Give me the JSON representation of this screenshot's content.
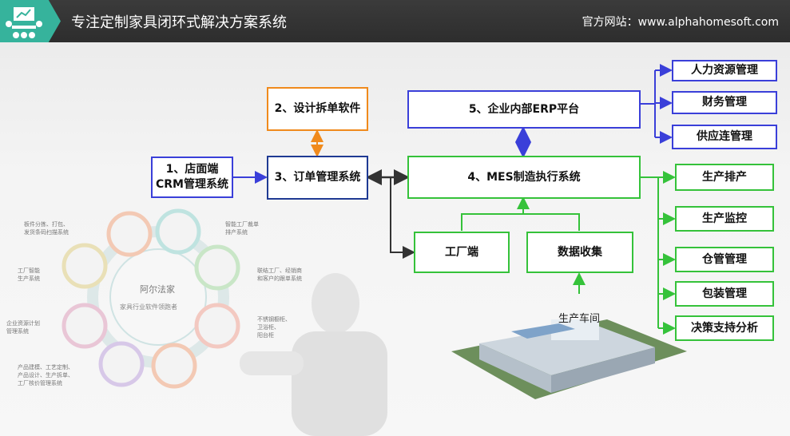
{
  "header": {
    "title": "专注定制家具闭环式解决方案系统",
    "website": "官方网站：www.alphahomesoft.com"
  },
  "diagram": {
    "crm": "1、店面端\nCRM管理系统",
    "design": "2、设计拆单软件",
    "order": "3、订单管理系统",
    "mes": "4、MES制造执行系统",
    "erp": "5、企业内部ERP平台",
    "factory_end": "工厂端",
    "data_collection": "数据收集",
    "workshop": "生产车间",
    "erp_children": [
      "人力资源管理",
      "财务管理",
      "供应连管理"
    ],
    "mes_children": [
      "生产排产",
      "生产监控",
      "仓管管理",
      "包装管理",
      "决策支持分析"
    ]
  },
  "wheel": {
    "center_brand": "阿尔法家",
    "center_tagline": "家具行业软件领跑者",
    "labels": [
      "板件分拣、打包、\n发货条码扫描系统",
      "智能工厂裁单\n排产系统",
      "工厂智能\n生产系统",
      "联结工厂、经销商\n和客户的跟单系统",
      "企业资源计划\n管理系统",
      "不锈钢橱柜、\n卫浴柜、\n阳台柜",
      "产品建模、工艺定制、\n产品设计、生产拆单、\n工厂核价管理系统"
    ]
  },
  "colors": {
    "header_bg": "#333333",
    "logo_bg": "#36b39c",
    "blue": "#3a3fd9",
    "navy": "#1f3a93",
    "orange": "#f08a1c",
    "green": "#35c23a"
  }
}
